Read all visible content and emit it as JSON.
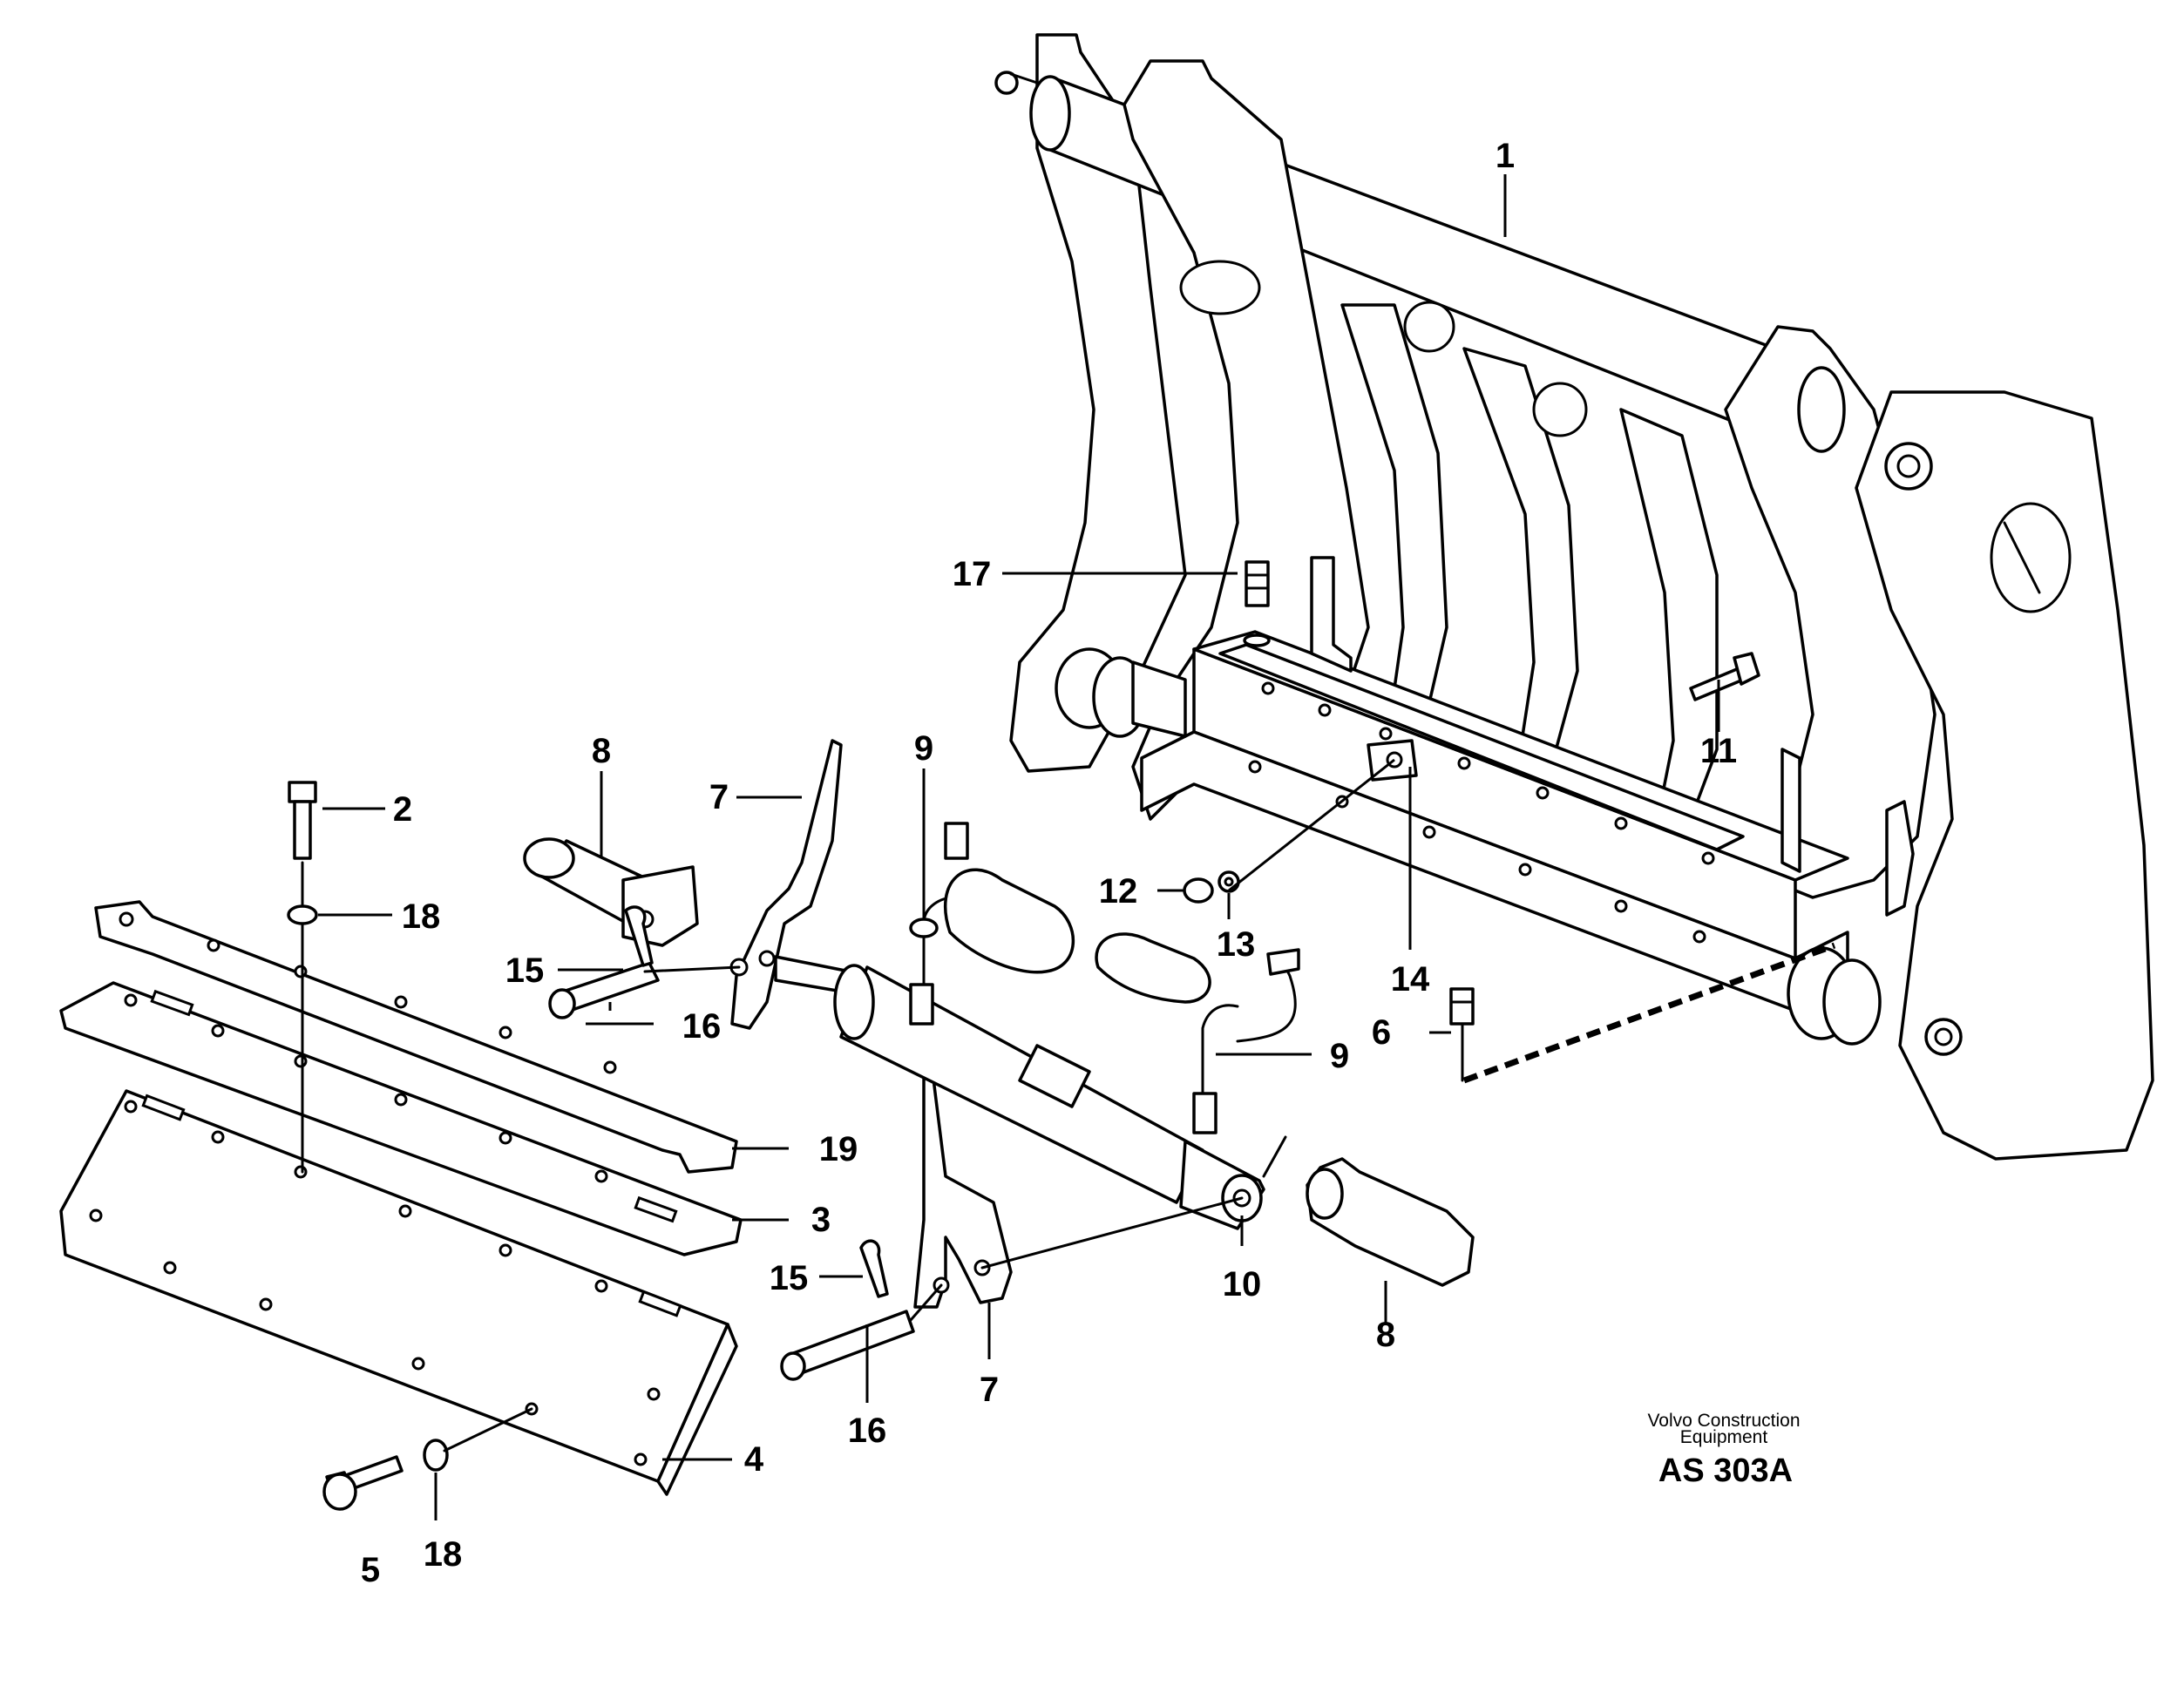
{
  "diagram": {
    "callouts": [
      {
        "id": "1",
        "label": "1"
      },
      {
        "id": "2",
        "label": "2"
      },
      {
        "id": "3",
        "label": "3"
      },
      {
        "id": "4",
        "label": "4"
      },
      {
        "id": "5",
        "label": "5"
      },
      {
        "id": "6",
        "label": "6"
      },
      {
        "id": "7a",
        "label": "7"
      },
      {
        "id": "7b",
        "label": "7"
      },
      {
        "id": "8a",
        "label": "8"
      },
      {
        "id": "8b",
        "label": "8"
      },
      {
        "id": "9a",
        "label": "9"
      },
      {
        "id": "9b",
        "label": "9"
      },
      {
        "id": "10",
        "label": "10"
      },
      {
        "id": "11",
        "label": "11"
      },
      {
        "id": "12",
        "label": "12"
      },
      {
        "id": "13",
        "label": "13"
      },
      {
        "id": "14",
        "label": "14"
      },
      {
        "id": "15a",
        "label": "15"
      },
      {
        "id": "15b",
        "label": "15"
      },
      {
        "id": "16a",
        "label": "16"
      },
      {
        "id": "16b",
        "label": "16"
      },
      {
        "id": "17",
        "label": "17"
      },
      {
        "id": "18a",
        "label": "18"
      },
      {
        "id": "18b",
        "label": "18"
      },
      {
        "id": "19",
        "label": "19"
      }
    ]
  },
  "footer": {
    "company_line1": "Volvo Construction",
    "company_line2": "Equipment",
    "drawing_code": "AS 303A"
  },
  "colors": {
    "line": "#000000",
    "background": "#ffffff"
  }
}
